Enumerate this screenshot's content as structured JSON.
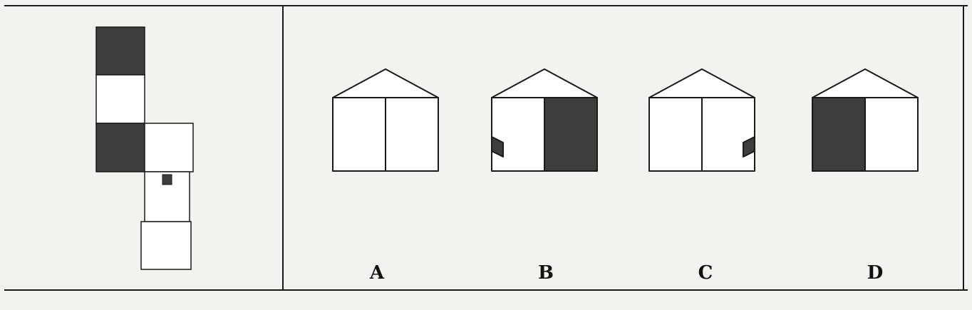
{
  "colors": {
    "background": "#f2f2ef",
    "line": "#1a1a1a",
    "dark_fill": "#3d3d3d",
    "light_fill": "#ffffff"
  },
  "net": {
    "faces": [
      {
        "id": "top",
        "fill": "dark"
      },
      {
        "id": "upper-middle",
        "fill": "light"
      },
      {
        "id": "left-lower",
        "fill": "dark"
      },
      {
        "id": "right-lower",
        "fill": "light"
      },
      {
        "id": "marked-face",
        "fill": "light",
        "mark": "small-dark-square"
      },
      {
        "id": "bottom",
        "fill": "light"
      }
    ]
  },
  "options": [
    {
      "label": "A",
      "faces": {
        "top": "light",
        "left": "light",
        "right": "light"
      },
      "mark": "none"
    },
    {
      "label": "B",
      "faces": {
        "top": "light",
        "left": "light",
        "right": "dark"
      },
      "mark": "left-face-left-edge"
    },
    {
      "label": "C",
      "faces": {
        "top": "light",
        "left": "light",
        "right": "light"
      },
      "mark": "right-face-right-edge"
    },
    {
      "label": "D",
      "faces": {
        "top": "light",
        "left": "dark",
        "right": "light"
      },
      "mark": "none"
    }
  ]
}
